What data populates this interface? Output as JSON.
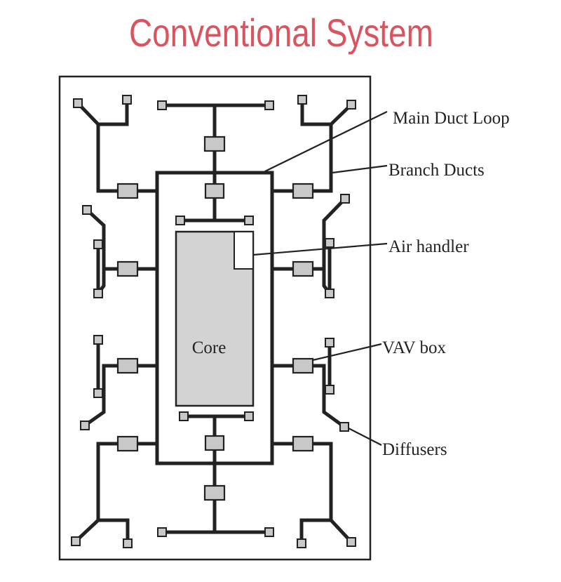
{
  "title": "Conventional System",
  "colors": {
    "title": "#d9545f",
    "duct": "#222222",
    "component_fill": "#c8c8c8",
    "core_fill": "#d3d3d3"
  },
  "core": {
    "label": "Core"
  },
  "callouts": {
    "main_duct_loop": "Main Duct Loop",
    "branch_ducts": "Branch Ducts",
    "air_handler": "Air handler",
    "vav_box": "VAV box",
    "diffusers": "Diffusers"
  }
}
